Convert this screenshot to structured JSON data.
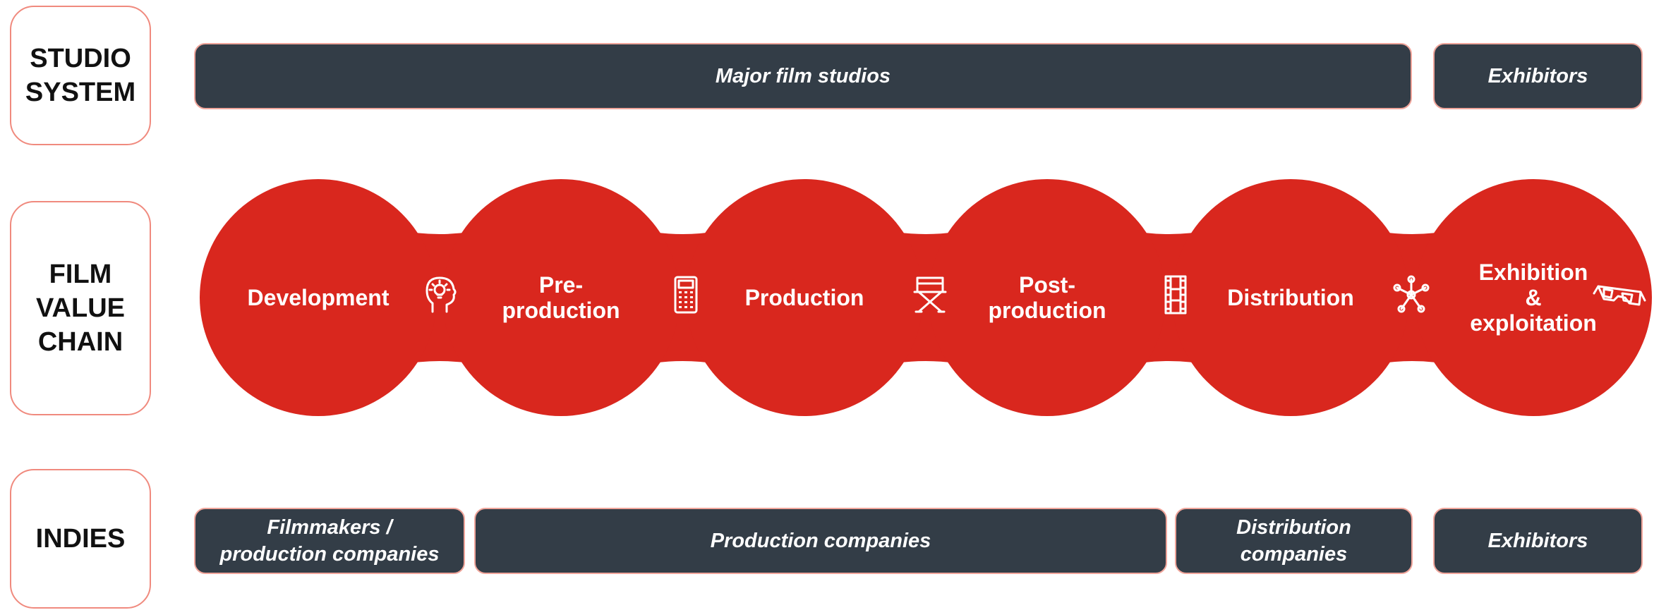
{
  "rows": {
    "studio": {
      "label": "STUDIO\nSYSTEM"
    },
    "chain": {
      "label": "FILM\nVALUE\nCHAIN"
    },
    "indies": {
      "label": "INDIES"
    }
  },
  "studio_bars": {
    "major": "Major film studios",
    "exhibitors": "Exhibitors"
  },
  "indie_bars": {
    "filmmakers": "Filmmakers /\nproduction companies",
    "production": "Production companies",
    "distribution": "Distribution\ncompanies",
    "exhibitors": "Exhibitors"
  },
  "stages": [
    {
      "label": "Development",
      "icon": "lightbulb-head-icon"
    },
    {
      "label": "Pre-\nproduction",
      "icon": "calculator-icon"
    },
    {
      "label": "Production",
      "icon": "director-chair-icon"
    },
    {
      "label": "Post-\nproduction",
      "icon": "film-strip-icon"
    },
    {
      "label": "Distribution",
      "icon": "network-icon"
    },
    {
      "label": "Exhibition\n&\nexploitation",
      "icon": "3d-glasses-icon"
    }
  ],
  "colors": {
    "stage_red": "#d9271e",
    "bar_dark": "#333d47",
    "label_border": "#f08a7e"
  }
}
